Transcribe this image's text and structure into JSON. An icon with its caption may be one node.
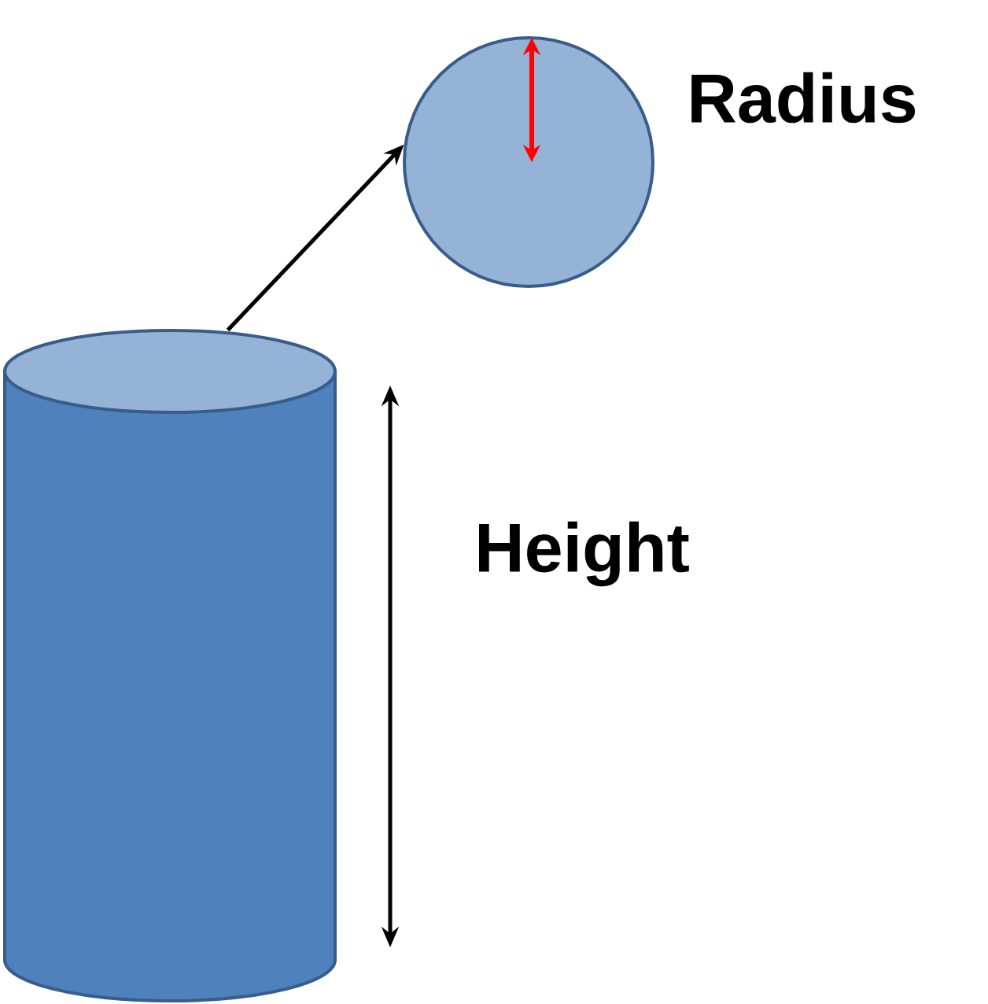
{
  "diagram": {
    "nodes": [
      {
        "text": [],
        "shape": "cylinder"
      },
      {
        "text": [],
        "shape": "circle"
      }
    ],
    "edges": [
      {
        "from": 0,
        "to": 1,
        "arrow": "to"
      }
    ],
    "labels": [
      "Radius",
      "Height"
    ]
  }
}
